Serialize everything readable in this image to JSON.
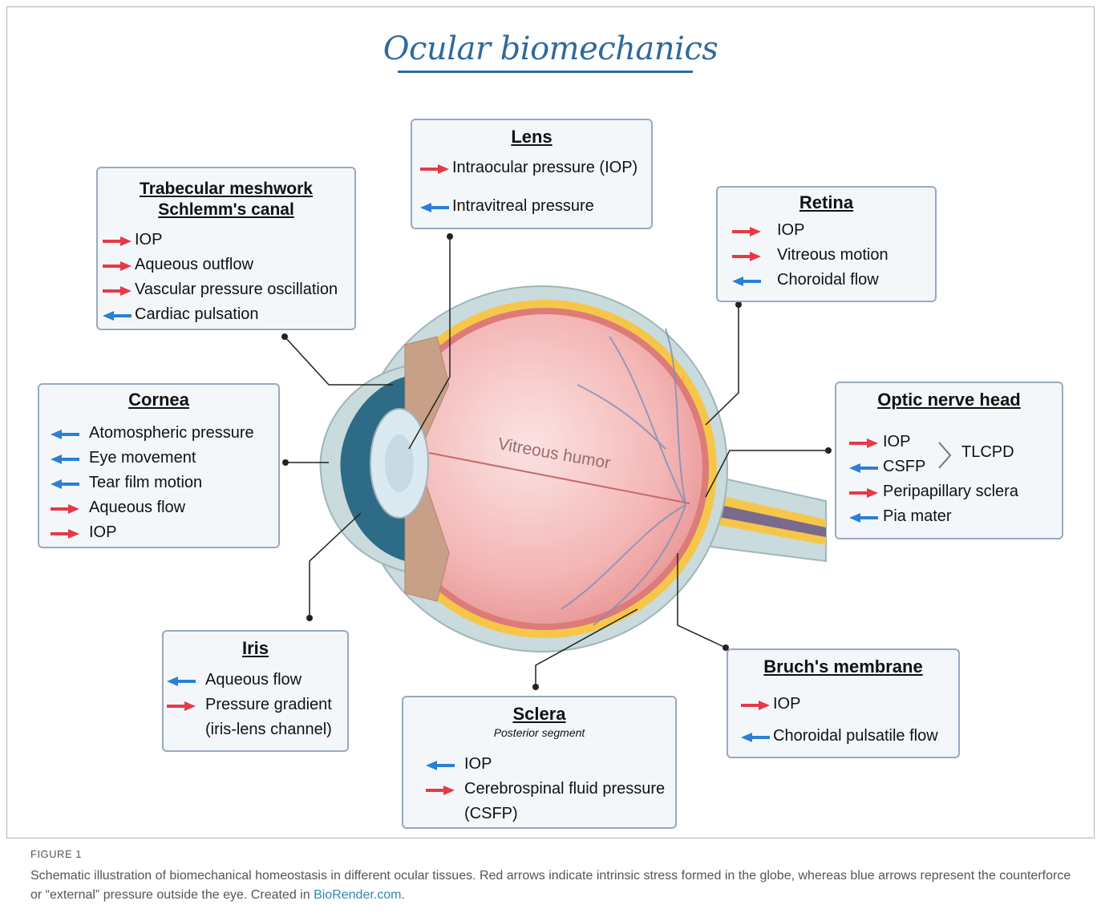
{
  "title": "Ocular biomechanics",
  "vitreous_label": "Vitreous humor",
  "colors": {
    "red_arrow": "#e63946",
    "blue_arrow": "#2b7fd6",
    "box_border": "#98a9c2",
    "title": "#2f6a9c"
  },
  "boxes": {
    "lens": {
      "title": "Lens",
      "items": [
        {
          "dir": "red",
          "label": "Intraocular pressure (IOP)"
        },
        {
          "dir": "blue",
          "label": "Intravitreal pressure"
        }
      ]
    },
    "trabecular": {
      "title1": "Trabecular meshwork",
      "title2": "Schlemm's canal",
      "items": [
        {
          "dir": "red",
          "label": "IOP"
        },
        {
          "dir": "red",
          "label": "Aqueous outflow"
        },
        {
          "dir": "red",
          "label": "Vascular pressure oscillation"
        },
        {
          "dir": "blue",
          "label": "Cardiac pulsation"
        }
      ]
    },
    "retina": {
      "title": "Retina",
      "items": [
        {
          "dir": "red",
          "label": "IOP"
        },
        {
          "dir": "red",
          "label": "Vitreous motion"
        },
        {
          "dir": "blue",
          "label": "Choroidal flow"
        }
      ]
    },
    "cornea": {
      "title": "Cornea",
      "items": [
        {
          "dir": "blue",
          "label": "Atomospheric pressure"
        },
        {
          "dir": "blue",
          "label": "Eye movement"
        },
        {
          "dir": "blue",
          "label": "Tear film motion"
        },
        {
          "dir": "red",
          "label": "Aqueous flow"
        },
        {
          "dir": "red",
          "label": "IOP"
        }
      ]
    },
    "optic": {
      "title": "Optic nerve head",
      "tlcpd": "TLCPD",
      "items": [
        {
          "dir": "red",
          "label": "IOP"
        },
        {
          "dir": "blue",
          "label": "CSFP"
        },
        {
          "dir": "red",
          "label": "Peripapillary sclera"
        },
        {
          "dir": "blue",
          "label": "Pia mater"
        }
      ]
    },
    "iris": {
      "title": "Iris",
      "items": [
        {
          "dir": "blue",
          "label": "Aqueous flow"
        },
        {
          "dir": "red",
          "label": "Pressure gradient"
        },
        {
          "dir": "none",
          "label": "(iris-lens channel)"
        }
      ]
    },
    "sclera": {
      "title": "Sclera",
      "subtitle": "Posterior segment",
      "items": [
        {
          "dir": "blue",
          "label": "IOP"
        },
        {
          "dir": "red",
          "label": "Cerebrospinal fluid pressure"
        },
        {
          "dir": "none",
          "label": "(CSFP)"
        }
      ]
    },
    "bruch": {
      "title": "Bruch's membrane",
      "items": [
        {
          "dir": "red",
          "label": "IOP"
        },
        {
          "dir": "blue",
          "label": "Choroidal pulsatile flow"
        }
      ]
    }
  },
  "caption": {
    "figure_label": "FIGURE 1",
    "text": "Schematic illustration of biomechanical homeostasis in different ocular tissues. Red arrows indicate intrinsic stress formed in the globe, whereas blue arrows represent the counterforce or “external” pressure outside the eye. Created in ",
    "link": "BioRender.com",
    "end": "."
  }
}
